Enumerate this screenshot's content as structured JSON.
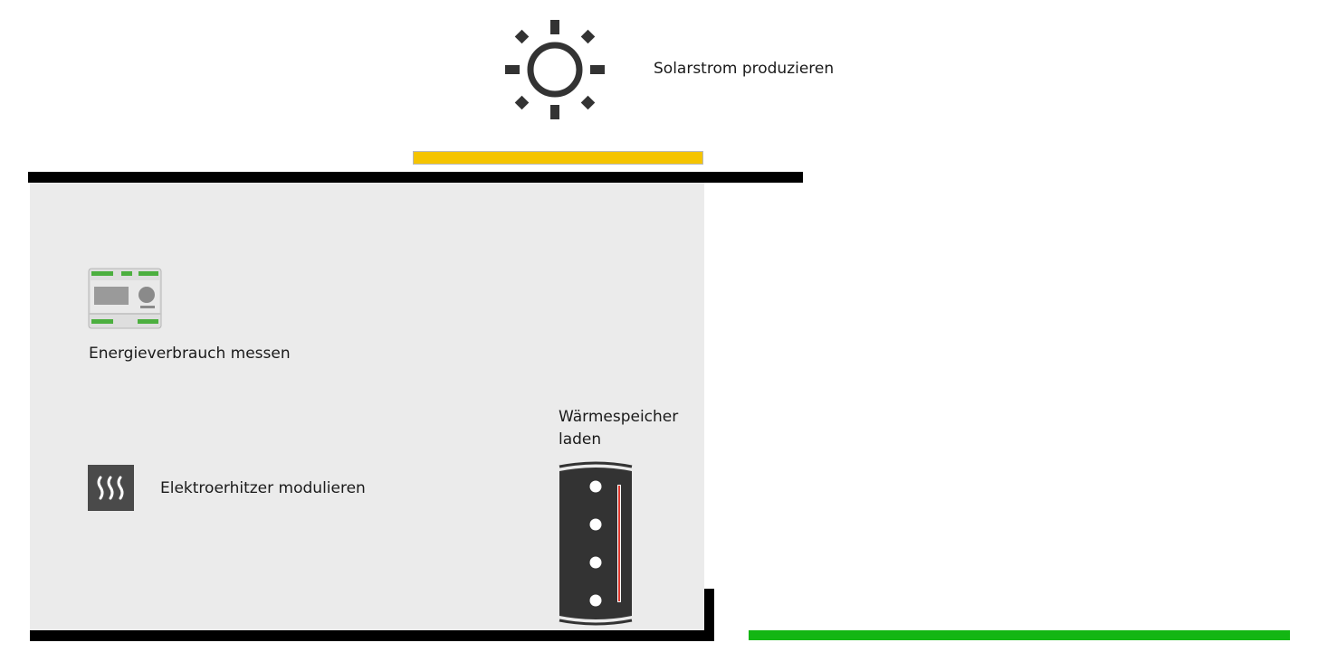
{
  "solar": {
    "label": "Solarstrom produzieren",
    "icon": "sun-icon"
  },
  "meter": {
    "label": "Energieverbrauch messen",
    "icon": "energy-meter-icon"
  },
  "heater": {
    "label": "Elektroerhitzer modulieren",
    "icon": "heater-icon"
  },
  "storage": {
    "label": "Wärmespeicher laden",
    "icon": "heat-storage-tank-icon"
  },
  "colors": {
    "solar_panel": "#f5c400",
    "grid_line": "#13b613",
    "house_fill": "#ebebeb",
    "meter_accent": "#4caf3f",
    "tank_body": "#333333",
    "tank_indicator": "#e03a2f"
  }
}
